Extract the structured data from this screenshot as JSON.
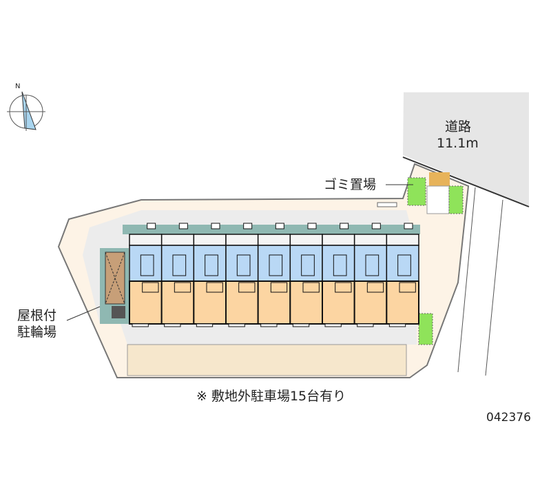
{
  "road": {
    "name": "道路",
    "width": "11.1m"
  },
  "labels": {
    "garbage": "ゴミ置場",
    "bicycle_line1": "屋根付",
    "bicycle_line2": "駐輪場",
    "parking_note": "※ 敷地外駐車場15台有り",
    "property_id": "042376"
  },
  "compass": {
    "north": "N"
  },
  "units_count": 9,
  "colors": {
    "road": "#e6e6e6",
    "lot": "#fdf3e6",
    "driveway": "#ececec",
    "wet_area": "#b9d8f5",
    "room": "#fcd5a2",
    "green": "#8fe35a",
    "balcony": "#8fb8b2"
  }
}
